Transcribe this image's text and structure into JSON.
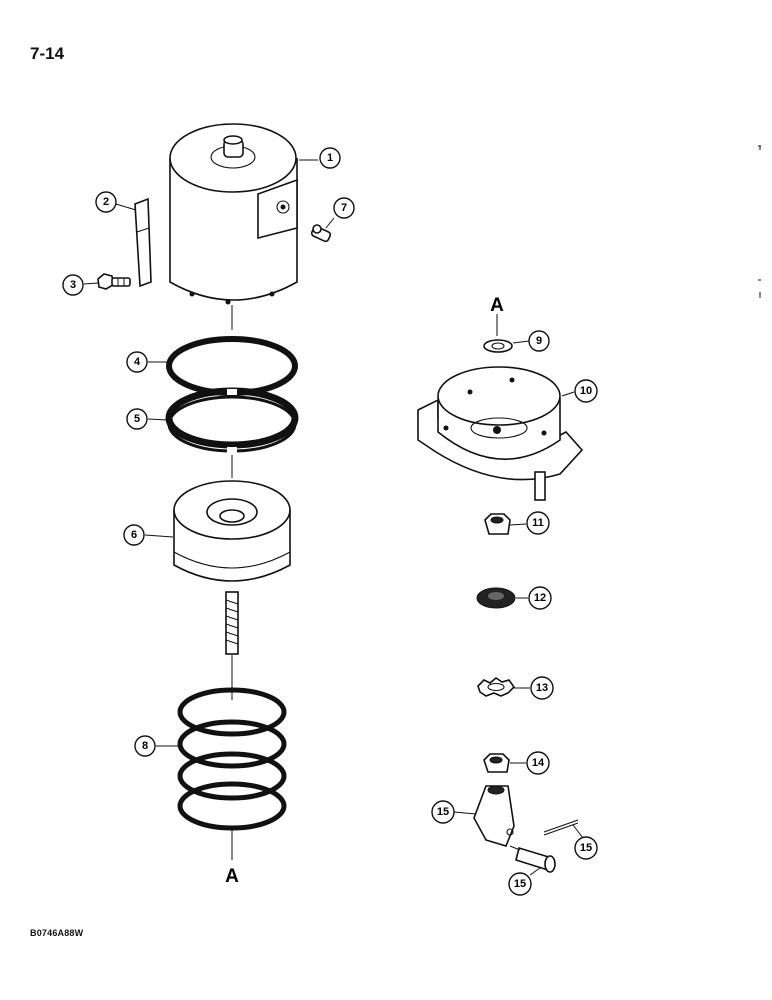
{
  "page_number": "7-14",
  "figure_code": "B0746A88W",
  "section_markers": [
    "A",
    "A"
  ],
  "callouts": [
    "1",
    "2",
    "3",
    "4",
    "5",
    "6",
    "7",
    "8",
    "9",
    "10",
    "11",
    "12",
    "13",
    "14",
    "15",
    "15",
    "15"
  ]
}
